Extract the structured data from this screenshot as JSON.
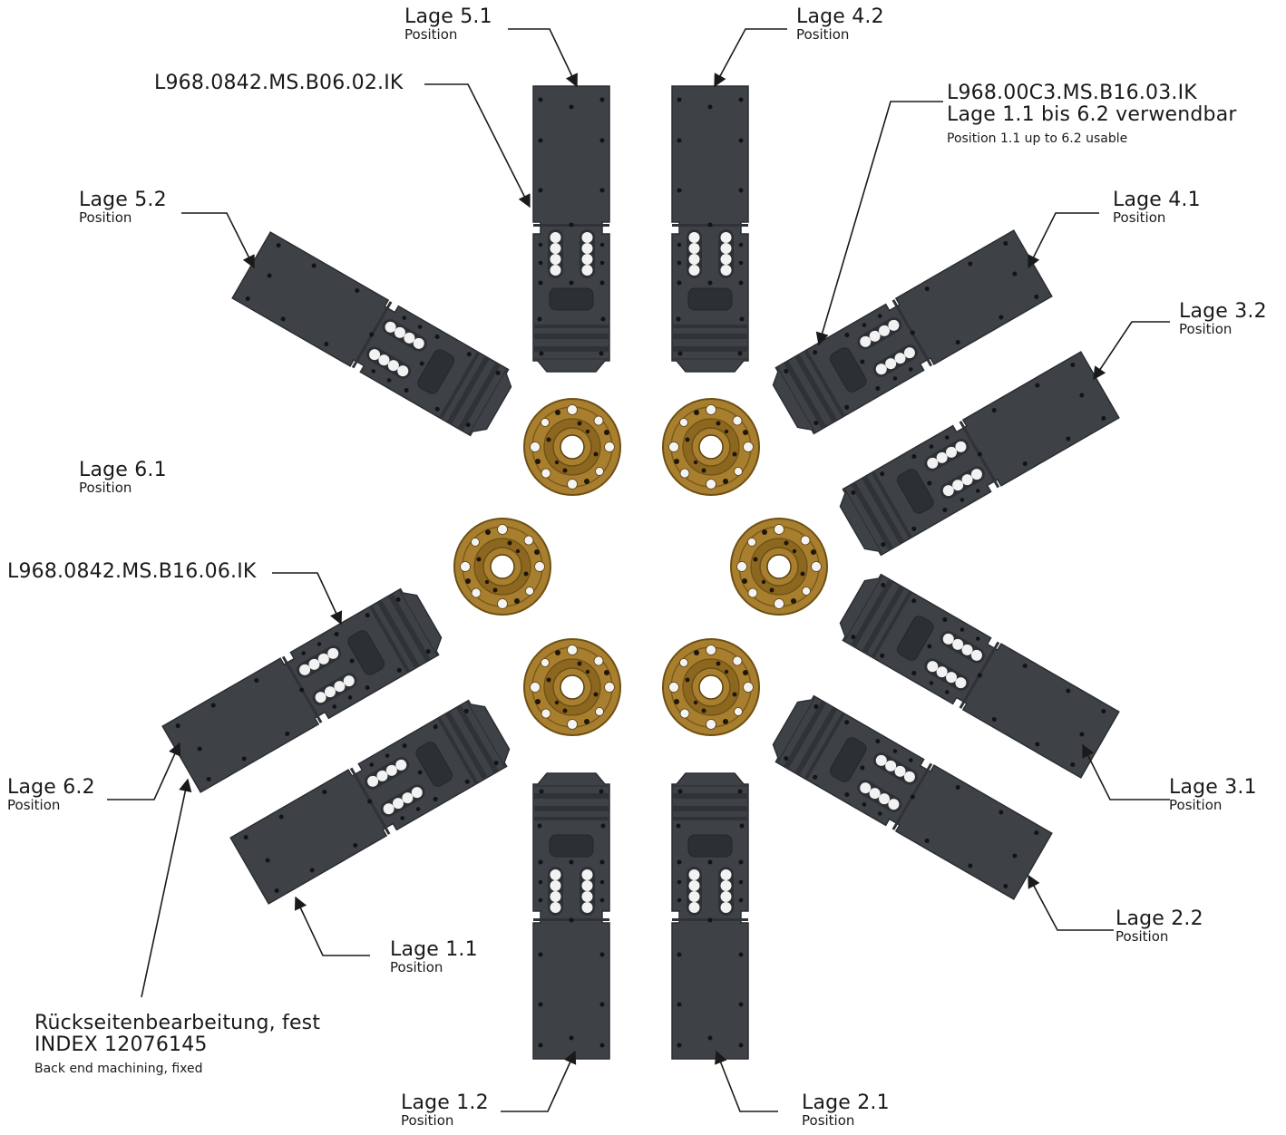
{
  "colors": {
    "holder": "#3e4246",
    "holder_dark": "#2a2d31",
    "disc": "#a87f2e",
    "disc_dark": "#6e4f14",
    "leader": "#1a1a1a"
  },
  "positions": {
    "lage_5_1": {
      "main": "Lage 5.1",
      "sub": "Position"
    },
    "lage_4_2": {
      "main": "Lage 4.2",
      "sub": "Position"
    },
    "lage_5_2": {
      "main": "Lage 5.2",
      "sub": "Position"
    },
    "lage_4_1": {
      "main": "Lage 4.1",
      "sub": "Position"
    },
    "lage_3_2": {
      "main": "Lage 3.2",
      "sub": "Position"
    },
    "lage_6_1": {
      "main": "Lage 6.1",
      "sub": "Position"
    },
    "lage_6_2": {
      "main": "Lage 6.2",
      "sub": "Position"
    },
    "lage_3_1": {
      "main": "Lage 3.1",
      "sub": "Position"
    },
    "lage_2_2": {
      "main": "Lage 2.2",
      "sub": "Position"
    },
    "lage_1_1": {
      "main": "Lage 1.1",
      "sub": "Position"
    },
    "lage_1_2": {
      "main": "Lage 1.2",
      "sub": "Position"
    },
    "lage_2_1": {
      "main": "Lage 2.1",
      "sub": "Position"
    }
  },
  "parts": {
    "b06": "L968.0842.MS.B06.02.IK",
    "b16_06": "L968.0842.MS.B16.06.IK"
  },
  "note_universal": {
    "code": "L968.00C3.MS.B16.03.IK",
    "line": "Lage 1.1 bis 6.2 verwendbar",
    "small": "Position 1.1 up to 6.2 usable"
  },
  "note_back": {
    "line1": "Rückseitenbearbeitung, fest",
    "line2": "INDEX 12076145",
    "small": "Back end machining, fixed"
  }
}
